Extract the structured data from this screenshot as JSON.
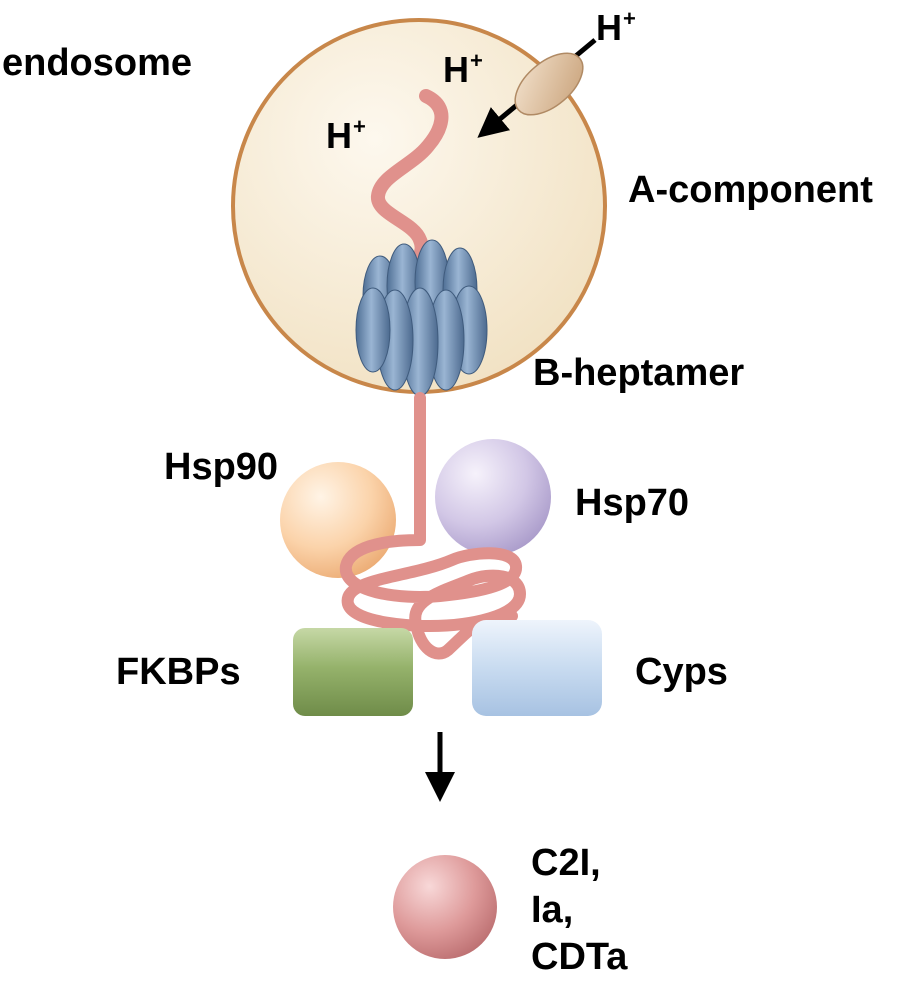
{
  "labels": {
    "endosome": "endosome",
    "a_component": "A-component",
    "b_heptamer": "B-heptamer",
    "hsp90": "Hsp90",
    "hsp70": "Hsp70",
    "fkbps": "FKBPs",
    "cyps": "Cyps",
    "toxin_names": [
      "C2I,",
      "Ia,",
      "CDTa"
    ]
  },
  "proton": {
    "symbol": "H",
    "charge": "+"
  },
  "colors": {
    "endosome_fill": "#f8ecd2",
    "endosome_border": "#c8874a",
    "pore": "#6e8fb4",
    "polypeptide_chain": "#e0918c",
    "hsp90": "#f9cc9e",
    "hsp70": "#c9bde0",
    "fkbps": "#93b06a",
    "cyps": "#c3d7ee",
    "enzyme_domain": "#db8f8f",
    "proton_pump": "#e3c7a6"
  }
}
